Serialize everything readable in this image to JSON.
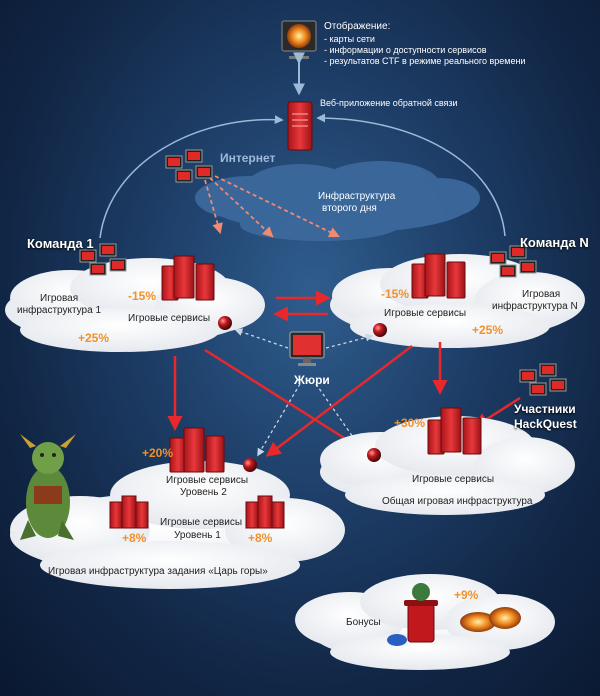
{
  "display": {
    "title": "Отображение:",
    "items": [
      "- карты сети",
      "- информации о доступности сервисов",
      "- результатов CTF в режиме реального времени"
    ]
  },
  "webapp_label": "Веб-приложение обратной связи",
  "internet_label": "Интернет",
  "infra2": {
    "line1": "Инфраструктура",
    "line2": "второго дня"
  },
  "team1": {
    "name": "Команда 1",
    "infra_line1": "Игровая",
    "infra_line2": "инфраструктура 1",
    "services": "Игровые сервисы",
    "minus": "-15%",
    "plus": "+25%"
  },
  "teamN": {
    "name": "Команда N",
    "infra_line1": "Игровая",
    "infra_line2": "инфраструктура N",
    "services": "Игровые сервисы",
    "minus": "-15%",
    "plus": "+25%"
  },
  "jury_label": "Жюри",
  "hackquest": {
    "line1": "Участники",
    "line2": "HackQuest"
  },
  "common": {
    "services": "Игровые сервисы",
    "infra": "Общая игровая инфраструктура",
    "pct": "+30%"
  },
  "king": {
    "level2_line1": "Игровые сервисы",
    "level2_line2": "Уровень 2",
    "level2_pct": "+20%",
    "level1_line1": "Игровые сервисы",
    "level1_line2": "Уровень 1",
    "level1_pct_left": "+8%",
    "level1_pct_right": "+8%",
    "infra": "Игровая инфраструктура задания «Царь горы»"
  },
  "bonus": {
    "label": "Бонусы",
    "pct": "+9%"
  },
  "colors": {
    "accent_red": "#e8282a",
    "orange": "#f0922b",
    "link_blue": "#9db9d8"
  }
}
